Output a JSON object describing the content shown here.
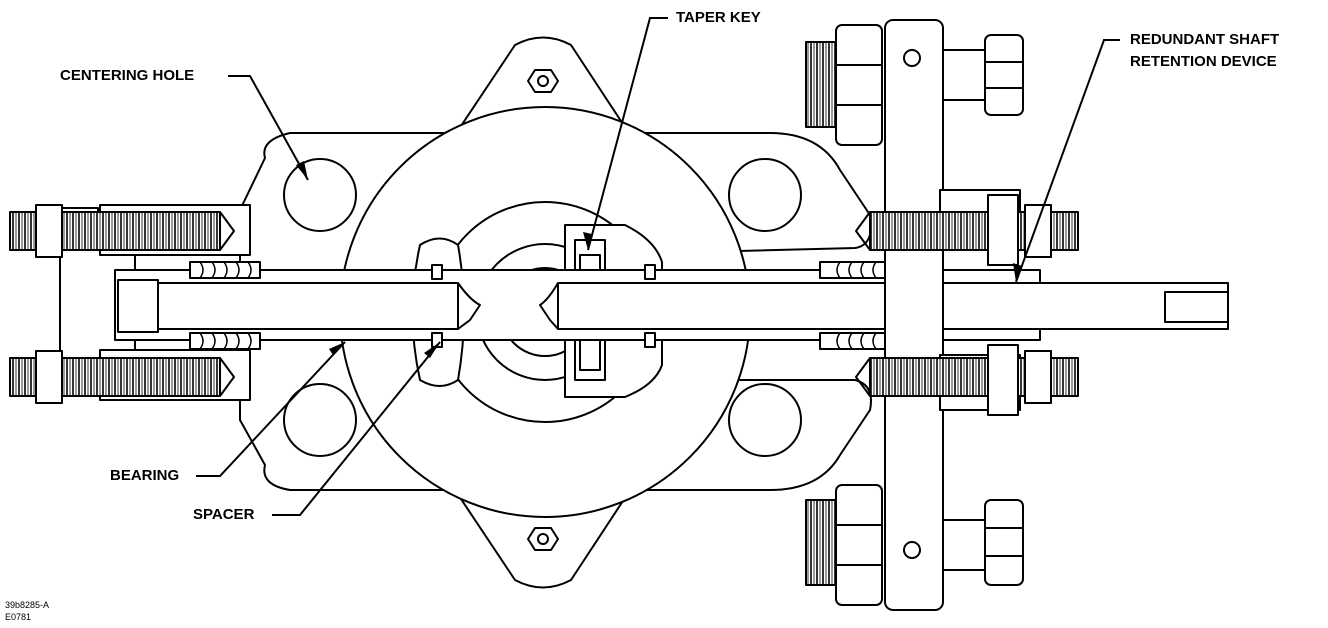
{
  "labels": {
    "centering_hole": "CENTERING HOLE",
    "taper_key": "TAPER KEY",
    "redundant_line1": "REDUNDANT  SHAFT",
    "redundant_line2": "RETENTION DEVICE",
    "bearing": "BEARING",
    "spacer": "SPACER"
  },
  "reference": {
    "line1": "39b8285-A",
    "line2": "E0781"
  }
}
